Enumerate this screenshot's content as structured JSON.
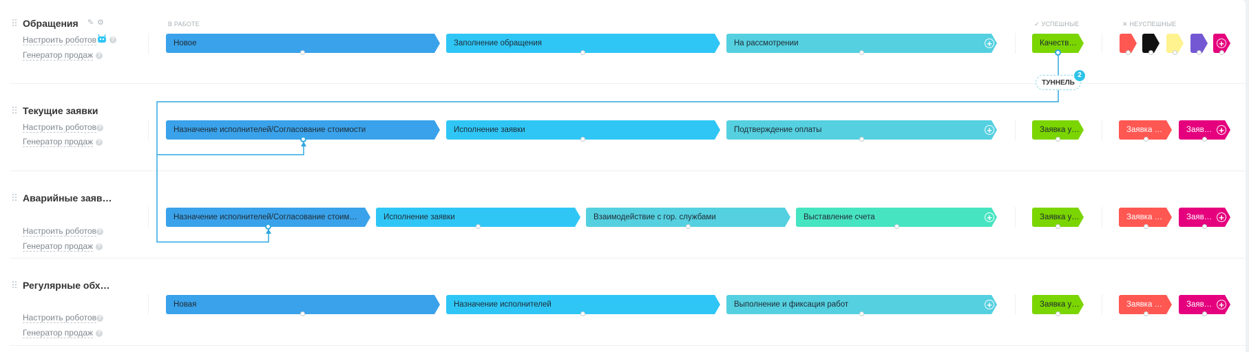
{
  "headers": {
    "in_progress": "В РАБОТЕ",
    "success": "✓ УСПЕШНЫЕ",
    "failure": "✕ НЕУСПЕШНЫЕ"
  },
  "tunnel": {
    "label": "ТУННЕЛЬ",
    "count": "2"
  },
  "categories": [
    {
      "title": "Обращения",
      "robots": "Настроить роботов",
      "generator": "Генератор продаж",
      "stages": [
        "Новое",
        "Заполнение обращения",
        "На рассмотрении"
      ],
      "success": "Качеств…",
      "failures": [
        "",
        "",
        "",
        "",
        ""
      ]
    },
    {
      "title": "Текущие заявки",
      "robots": "Настроить роботов",
      "generator": "Генератор продаж",
      "stages": [
        "Назначение исполнителей/Согласование стоимости",
        "Исполнение заявки",
        "Подтверждение оплаты"
      ],
      "success": "Заявка у…",
      "failures": [
        "Заявка …",
        "Заяв…"
      ]
    },
    {
      "title": "Аварийные заяв…",
      "robots": "Настроить роботов",
      "generator": "Генератор продаж",
      "stages": [
        "Назначение исполнителей/Согласование стоимос…",
        "Исполнение заявки",
        "Взаимодействие с гор. службами",
        "Выставление счета"
      ],
      "success": "Заявка у…",
      "failures": [
        "Заявка …",
        "Заяв…"
      ]
    },
    {
      "title": "Регулярные обх…",
      "robots": "Настроить роботов",
      "generator": "Генератор продаж",
      "stages": [
        "Новая",
        "Назначение исполнителей",
        "Выполнение и фиксация работ"
      ],
      "success": "Заявка у…",
      "failures": [
        "Заявка …",
        "Заяв…"
      ]
    }
  ],
  "colors": {
    "stage_blue": "#3aa2ea",
    "stage_sky": "#2fc6f6",
    "stage_cyan": "#55d0e0",
    "stage_teal": "#47e4c2",
    "success": "#7bd500",
    "fail_red": "#ff5752",
    "fail_black": "#111111",
    "fail_yellow": "#fff38f",
    "fail_purple": "#7458d3",
    "fail_magenta": "#e5007d",
    "tunnel_line": "#2ea7e0"
  }
}
